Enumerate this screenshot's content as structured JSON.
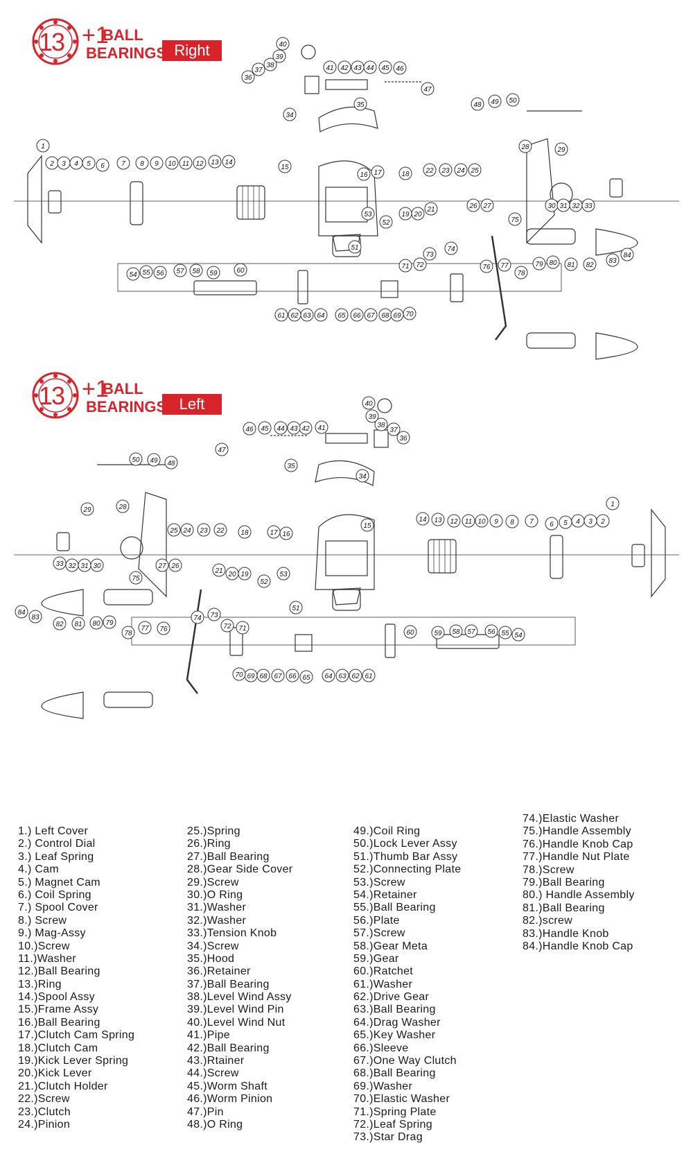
{
  "badges": [
    {
      "number": "13",
      "plus": "+1",
      "ball": "BALL",
      "bearings": "BEARINGS",
      "side": "Right"
    },
    {
      "number": "13",
      "plus": "+1",
      "ball": "BALL",
      "bearings": "BEARINGS",
      "side": "Left"
    }
  ],
  "callouts": [
    "1",
    "2",
    "3",
    "4",
    "5",
    "6",
    "7",
    "8",
    "9",
    "10",
    "11",
    "12",
    "13",
    "14",
    "15",
    "16",
    "17",
    "18",
    "19",
    "20",
    "21",
    "22",
    "23",
    "24",
    "25",
    "26",
    "27",
    "28",
    "29",
    "30",
    "31",
    "32",
    "33",
    "34",
    "35",
    "36",
    "37",
    "38",
    "39",
    "40",
    "41",
    "42",
    "43",
    "44",
    "45",
    "46",
    "47",
    "48",
    "49",
    "50",
    "51",
    "52",
    "53",
    "54",
    "55",
    "56",
    "57",
    "58",
    "59",
    "60",
    "61",
    "62",
    "63",
    "64",
    "65",
    "66",
    "67",
    "68",
    "69",
    "70",
    "71",
    "72",
    "73",
    "74",
    "75",
    "76",
    "77",
    "78",
    "79",
    "80",
    "81",
    "82",
    "83",
    "84"
  ],
  "colors": {
    "accent": "#d8232a",
    "line": "#333333"
  },
  "legend": {
    "col1": [
      "1.)  Left Cover",
      "2.)  Control Dial",
      "3.)  Leaf Spring",
      "4.)  Cam",
      "5.)  Magnet Cam",
      "6.)  Coil Spring",
      "7.)  Spool Cover",
      "8.)  Screw",
      "9.)  Mag-Assy",
      "10.)Screw",
      "11.)Washer",
      "12.)Ball Bearing",
      "13.)Ring",
      "14.)Spool Assy",
      "15.)Frame Assy",
      "16.)Ball Bearing",
      "17.)Clutch Cam Spring",
      "18.)Clutch Cam",
      "19.)Kick Lever Spring",
      "20.)Kick Lever",
      "21.)Clutch Holder",
      "22.)Screw",
      "23.)Clutch",
      "24.)Pinion"
    ],
    "col2": [
      "25.)Spring",
      "26.)Ring",
      "27.)Ball Bearing",
      "28.)Gear Side Cover",
      "29.)Screw",
      "30.)O Ring",
      "31.)Washer",
      "32.)Washer",
      "33.)Tension Knob",
      "34.)Screw",
      "35.)Hood",
      "36.)Retainer",
      "37.)Ball Bearing",
      "38.)Level Wind Assy",
      "39.)Level Wind Pin",
      "40.)Level Wind Nut",
      "41.)Pipe",
      "42.)Ball Bearing",
      "43.)Rtainer",
      "44.)Screw",
      "45.)Worm Shaft",
      "46.)Worm Pinion",
      "47.)Pin",
      "48.)O Ring"
    ],
    "col3": [
      "49.)Coil Ring",
      "50.)Lock Lever Assy",
      "51.)Thumb Bar Assy",
      "52.)Connecting Plate",
      "53.)Screw",
      "54.)Retainer",
      "55.)Ball Bearing",
      "56.)Plate",
      "57.)Screw",
      "58.)Gear Meta",
      "59.)Gear",
      "60.)Ratchet",
      "61.)Washer",
      "62.)Drive Gear",
      "63.)Ball Bearing",
      "64.)Drag Washer",
      "65.)Key Washer",
      "66.)Sleeve",
      "67.)One Way Clutch",
      "68.)Ball Bearing",
      "69.)Washer",
      "70.)Elastic Washer",
      "71.)Spring Plate",
      "72.)Leaf Spring",
      "73.)Star Drag"
    ],
    "col4": [
      "74.)Elastic Washer",
      "75.)Handle Assembly",
      "76.)Handle Knob Cap",
      "77.)Handle Nut Plate",
      "78.)Screw",
      "79.)Ball Bearing",
      "80.) Handle Assembly",
      "81.)Ball Bearing",
      "82.)screw",
      "83.)Handle Knob",
      "84.)Handle Knob Cap"
    ]
  }
}
